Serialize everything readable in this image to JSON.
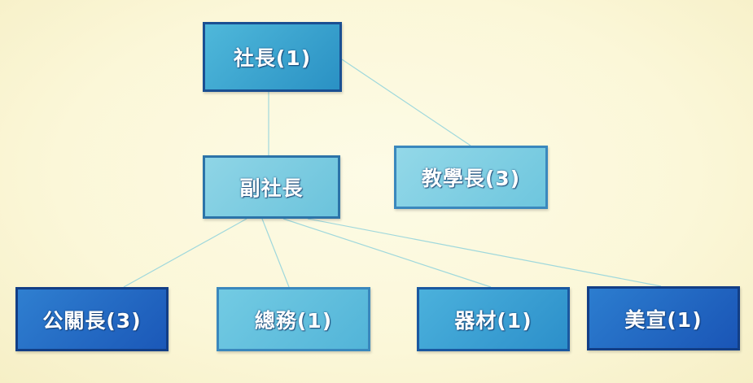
{
  "chart": {
    "root": {
      "label": "社長(1)"
    },
    "vice": {
      "label": "副社長"
    },
    "teaching": {
      "label": "教學長(3)"
    },
    "departments": [
      {
        "label": "公關長(3)"
      },
      {
        "label": "總務(1)"
      },
      {
        "label": "器材(1)"
      },
      {
        "label": "美宣(1)"
      }
    ]
  },
  "colors": {
    "background": "#fbf7d8",
    "connector": "#9fd8dc",
    "dark_blue": "#1b58b8",
    "medium_blue": "#2a91c4",
    "light_blue": "#6bc3dc",
    "border_navy": "#123e86"
  }
}
